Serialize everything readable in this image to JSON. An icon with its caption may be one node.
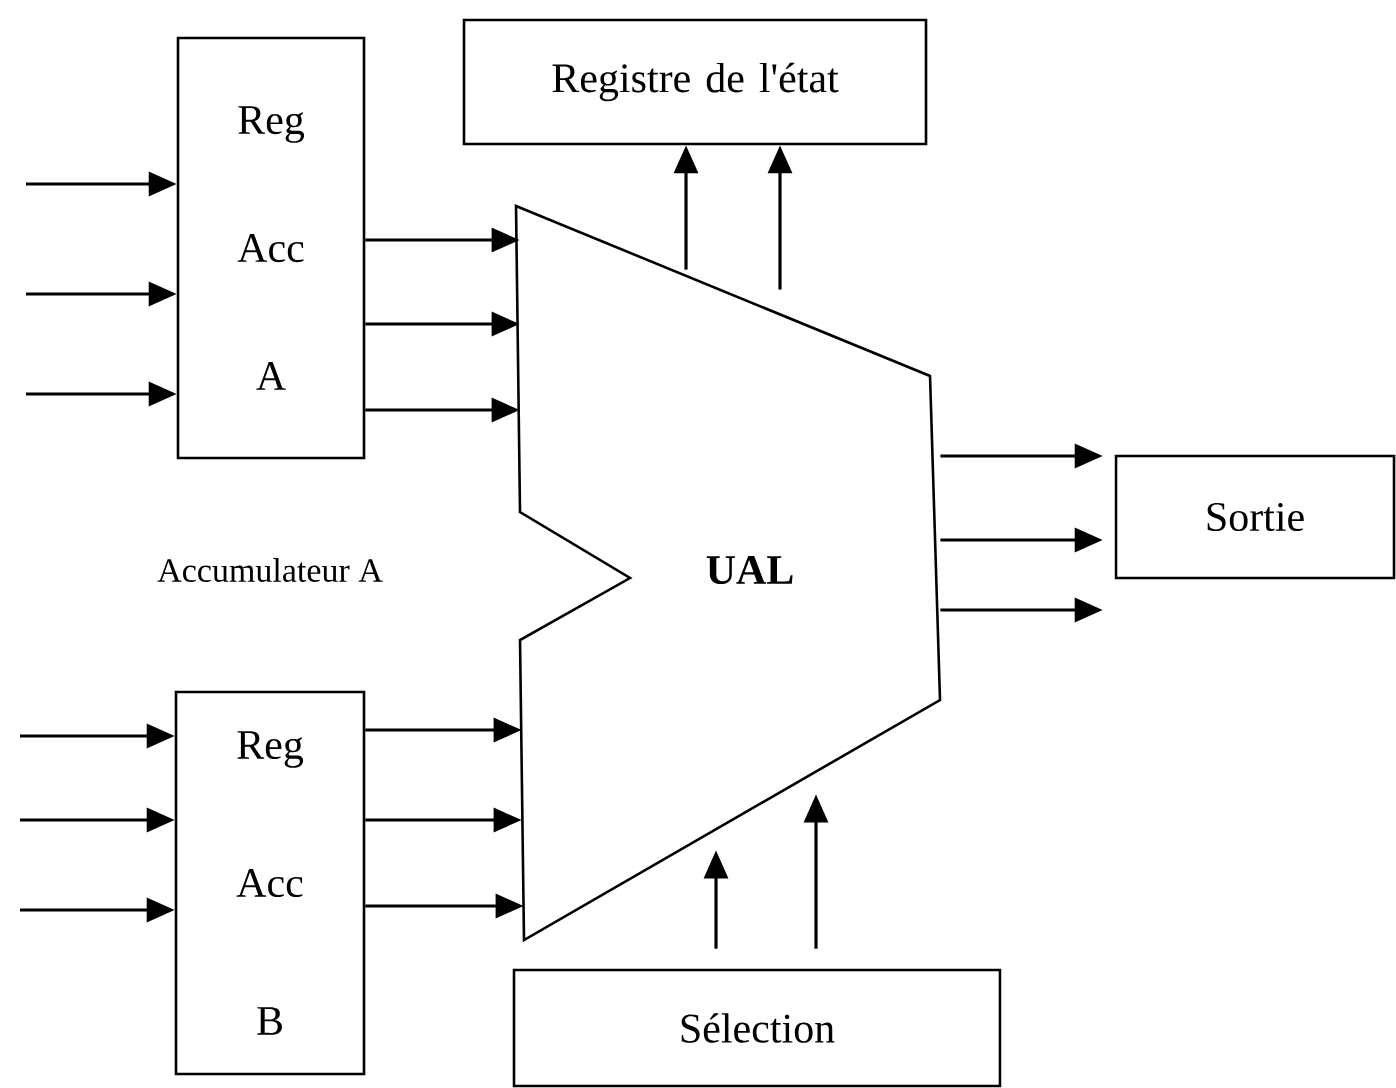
{
  "diagram": {
    "nodes": [
      {
        "text": [
          "Reg Acc A"
        ]
      },
      {
        "text": [
          "Registre de l'état"
        ]
      },
      {
        "text": [
          "UAL"
        ]
      },
      {
        "text": [
          "Sortie"
        ]
      },
      {
        "text": [
          "Reg Acc B"
        ]
      },
      {
        "text": [
          "Sélection"
        ]
      }
    ],
    "edges": [
      {
        "from": null,
        "to": 0,
        "arrow": "to"
      },
      {
        "from": null,
        "to": 0,
        "arrow": "to"
      },
      {
        "from": null,
        "to": 0,
        "arrow": "to"
      },
      {
        "from": 0,
        "to": 2,
        "arrow": "to"
      },
      {
        "from": 0,
        "to": 2,
        "arrow": "to"
      },
      {
        "from": 0,
        "to": 2,
        "arrow": "to"
      },
      {
        "from": 2,
        "to": 1,
        "arrow": "to"
      },
      {
        "from": 2,
        "to": 1,
        "arrow": "to"
      },
      {
        "from": 2,
        "to": 3,
        "arrow": "to"
      },
      {
        "from": 2,
        "to": 3,
        "arrow": "to"
      },
      {
        "from": 2,
        "to": 3,
        "arrow": "to"
      },
      {
        "from": null,
        "to": 4,
        "arrow": "to"
      },
      {
        "from": null,
        "to": 4,
        "arrow": "to"
      },
      {
        "from": null,
        "to": 4,
        "arrow": "to"
      },
      {
        "from": 4,
        "to": 2,
        "arrow": "to"
      },
      {
        "from": 4,
        "to": 2,
        "arrow": "to"
      },
      {
        "from": 4,
        "to": 2,
        "arrow": "to"
      },
      {
        "from": 5,
        "to": 2,
        "arrow": "to"
      },
      {
        "from": 5,
        "to": 2,
        "arrow": "to"
      }
    ],
    "labels": [
      "Accumulateur A"
    ]
  }
}
